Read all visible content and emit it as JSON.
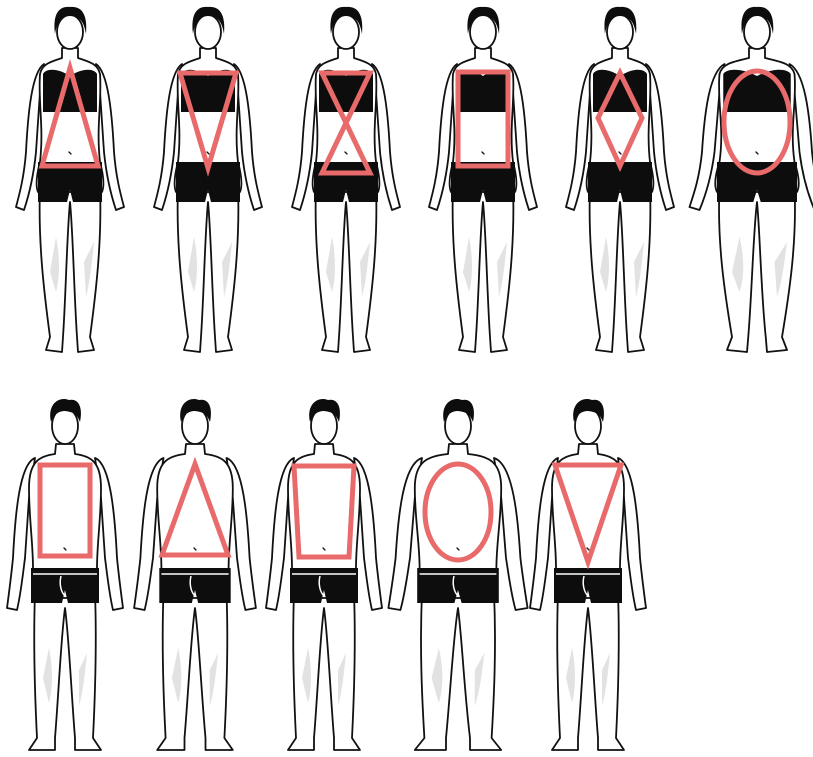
{
  "accent_color": "#e86a6a",
  "rows": [
    {
      "gender": "female",
      "figures": [
        {
          "shape": "triangle",
          "shape_icon": "triangle-outline-icon"
        },
        {
          "shape": "inverted-triangle",
          "shape_icon": "inverted-triangle-outline-icon"
        },
        {
          "shape": "hourglass",
          "shape_icon": "hourglass-outline-icon"
        },
        {
          "shape": "rectangle",
          "shape_icon": "rectangle-outline-icon"
        },
        {
          "shape": "diamond",
          "shape_icon": "diamond-outline-icon"
        },
        {
          "shape": "oval",
          "shape_icon": "oval-outline-icon"
        }
      ]
    },
    {
      "gender": "male",
      "figures": [
        {
          "shape": "rectangle",
          "shape_icon": "rectangle-outline-icon"
        },
        {
          "shape": "triangle",
          "shape_icon": "triangle-outline-icon"
        },
        {
          "shape": "trapezoid",
          "shape_icon": "trapezoid-outline-icon"
        },
        {
          "shape": "oval",
          "shape_icon": "oval-outline-icon"
        },
        {
          "shape": "inverted-triangle",
          "shape_icon": "inverted-triangle-outline-icon"
        }
      ]
    }
  ]
}
